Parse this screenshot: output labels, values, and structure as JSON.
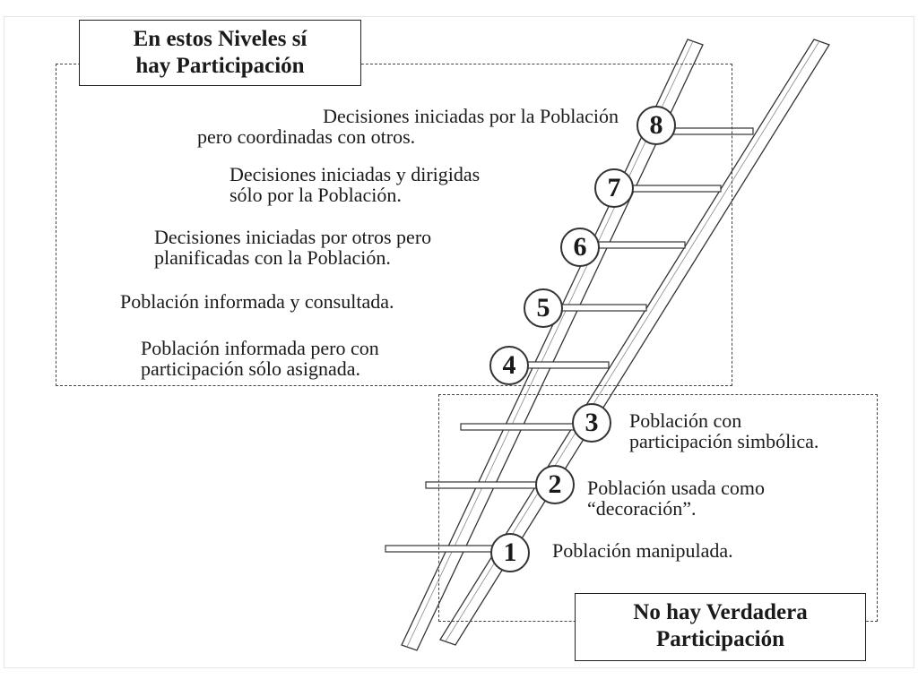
{
  "participation_box": {
    "title_line1": "En estos Niveles sí",
    "title_line2": "hay Participación"
  },
  "non_participation_box": {
    "title_line1": "No hay Verdadera",
    "title_line2": "Participación"
  },
  "levels": [
    {
      "number": "1",
      "lines": [
        "Población manipulada."
      ]
    },
    {
      "number": "2",
      "lines": [
        "Población usada como",
        "“decoración”."
      ]
    },
    {
      "number": "3",
      "lines": [
        "Población con",
        "participación simbólica."
      ]
    },
    {
      "number": "4",
      "lines": [
        "Población informada pero con",
        "participación sólo asignada."
      ]
    },
    {
      "number": "5",
      "lines": [
        "Población informada y consultada."
      ]
    },
    {
      "number": "6",
      "lines": [
        "Decisiones iniciadas por otros pero",
        "planificadas con la Población."
      ]
    },
    {
      "number": "7",
      "lines": [
        "Decisiones iniciadas y dirigidas",
        "sólo por la Población."
      ]
    },
    {
      "number": "8",
      "lines": [
        "Decisiones iniciadas por la Población",
        "pero coordinadas con otros."
      ]
    }
  ]
}
